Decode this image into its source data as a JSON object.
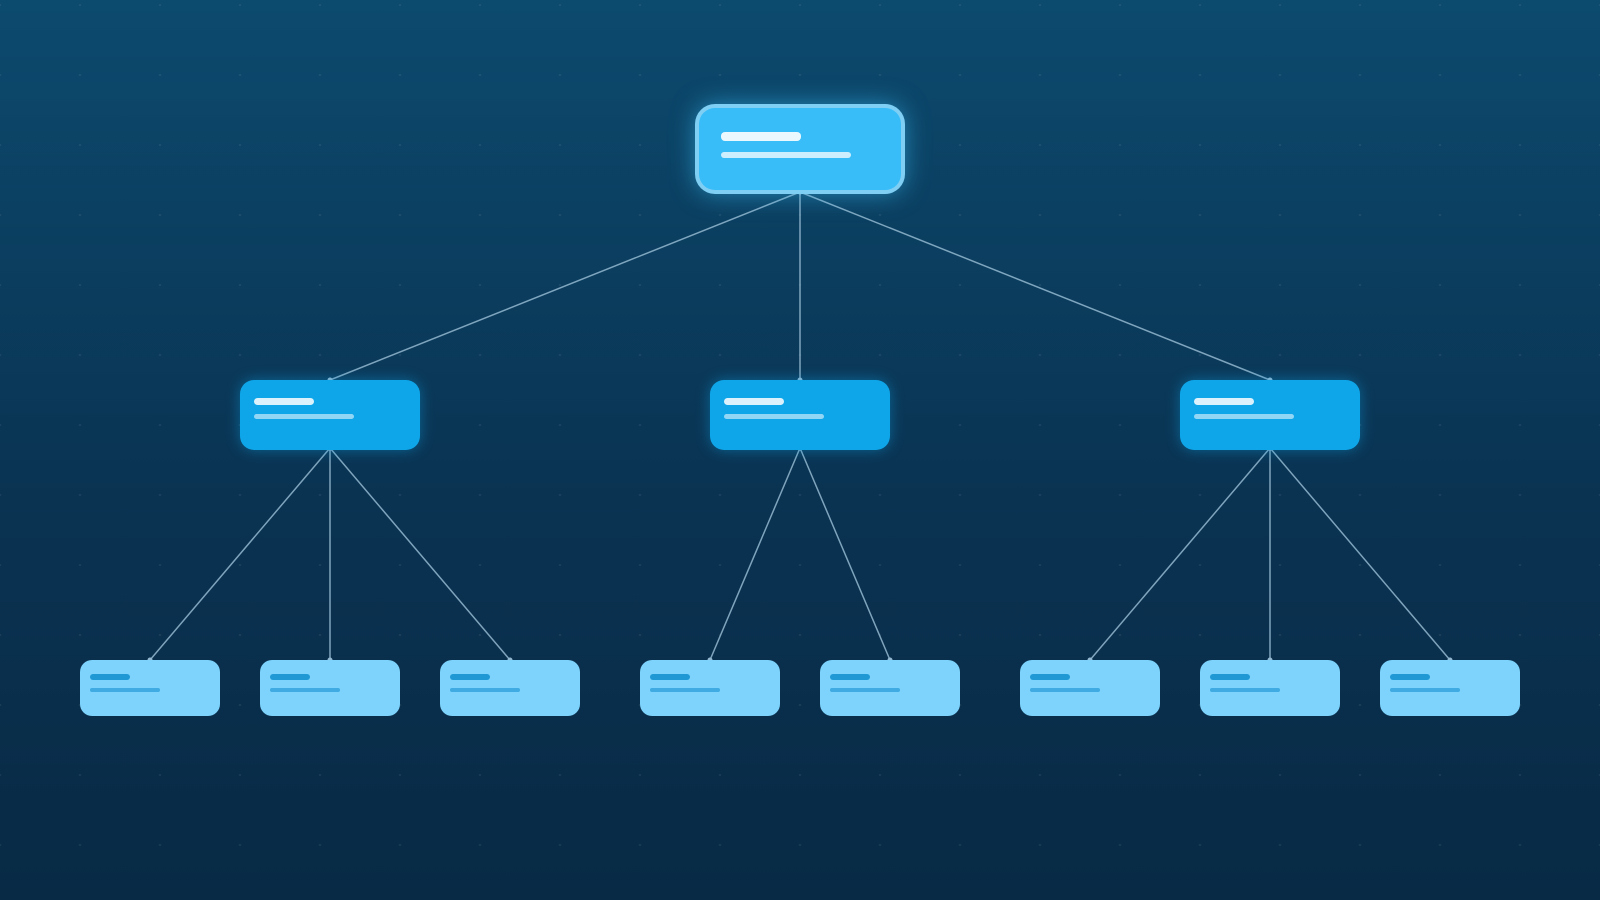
{
  "diagram": {
    "type": "tree",
    "colors": {
      "root": "#38bdf8",
      "level1": "#0ea5e9",
      "leaf": "#7dd3fc",
      "edge": "#94b8d0",
      "background": "#0a3352"
    },
    "nodes": [
      {
        "id": "root",
        "level": 0
      },
      {
        "id": "a",
        "level": 1,
        "parent": "root"
      },
      {
        "id": "b",
        "level": 1,
        "parent": "root"
      },
      {
        "id": "c",
        "level": 1,
        "parent": "root"
      },
      {
        "id": "a1",
        "level": 2,
        "parent": "a"
      },
      {
        "id": "a2",
        "level": 2,
        "parent": "a"
      },
      {
        "id": "a3",
        "level": 2,
        "parent": "a"
      },
      {
        "id": "b1",
        "level": 2,
        "parent": "b"
      },
      {
        "id": "b2",
        "level": 2,
        "parent": "b"
      },
      {
        "id": "c1",
        "level": 2,
        "parent": "c"
      },
      {
        "id": "c2",
        "level": 2,
        "parent": "c"
      },
      {
        "id": "c3",
        "level": 2,
        "parent": "c"
      }
    ]
  }
}
